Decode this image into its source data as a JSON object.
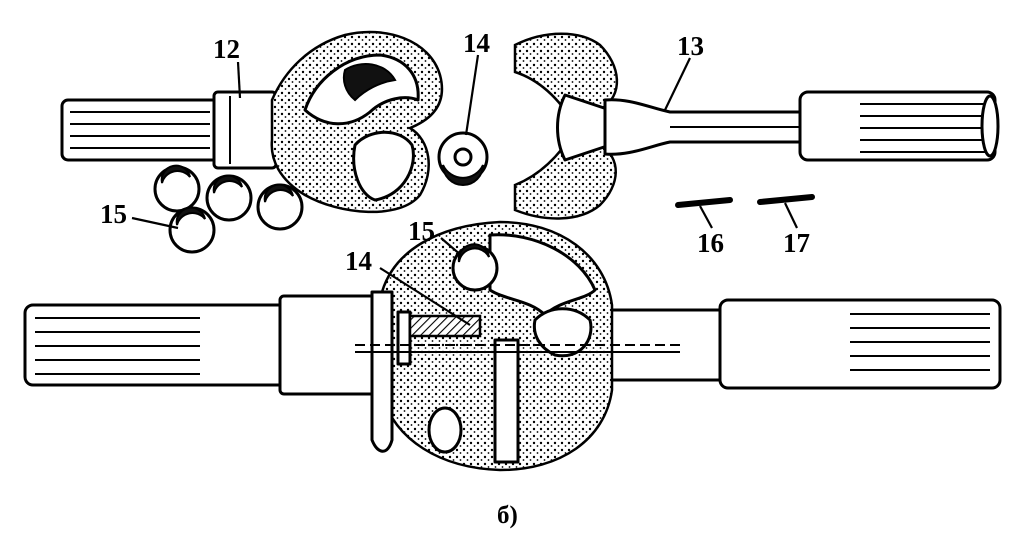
{
  "labels": {
    "part_12": "12",
    "part_13": "13",
    "part_14_top": "14",
    "part_15_top": "15",
    "part_16": "16",
    "part_17": "17",
    "part_15_assembly": "15",
    "part_14_assembly": "14"
  },
  "caption": "б)",
  "colors": {
    "ink": "#000000",
    "paper": "#ffffff"
  }
}
